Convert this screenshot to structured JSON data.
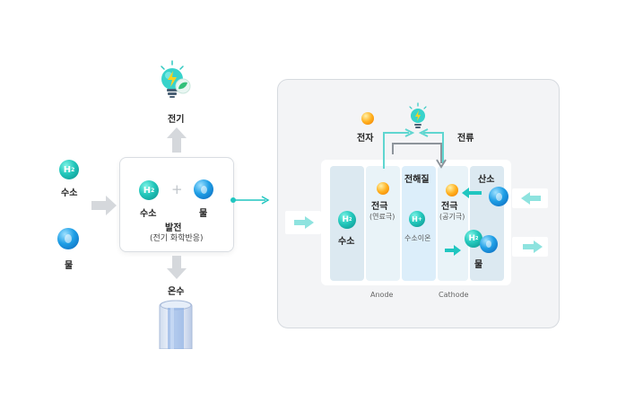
{
  "left": {
    "hydrogen_label": "수소",
    "water_label": "물",
    "h2_symbol": "H",
    "h2_sub": "2",
    "electricity_label": "전기",
    "hot_water_label": "온수",
    "generator": {
      "hydrogen_label": "수소",
      "water_label": "물",
      "plus": "+",
      "title": "발전",
      "subtitle": "(전기 화학반응)"
    }
  },
  "cell": {
    "electron_label": "전자",
    "current_label": "전류",
    "hydrogen_label": "수소",
    "electrode_left_label": "전극",
    "electrode_left_sub": "(연료극)",
    "electrolyte_label": "전해질",
    "hydrogen_ion_label": "수소이온",
    "h_plus_symbol": "H",
    "h_plus_sup": "+",
    "electrode_right_label": "전극",
    "electrode_right_sub": "(공기극)",
    "oxygen_label": "산소",
    "water_label": "물",
    "anode_label": "Anode",
    "cathode_label": "Cathode"
  },
  "colors": {
    "accent": "#20c6c0",
    "arrow_gray": "#cfd3d8",
    "panel_bg": "#f3f4f6"
  },
  "icons": {
    "lightbulb": "lightbulb-icon",
    "leaf": "leaf-icon",
    "water_tank": "water-tank-icon"
  }
}
